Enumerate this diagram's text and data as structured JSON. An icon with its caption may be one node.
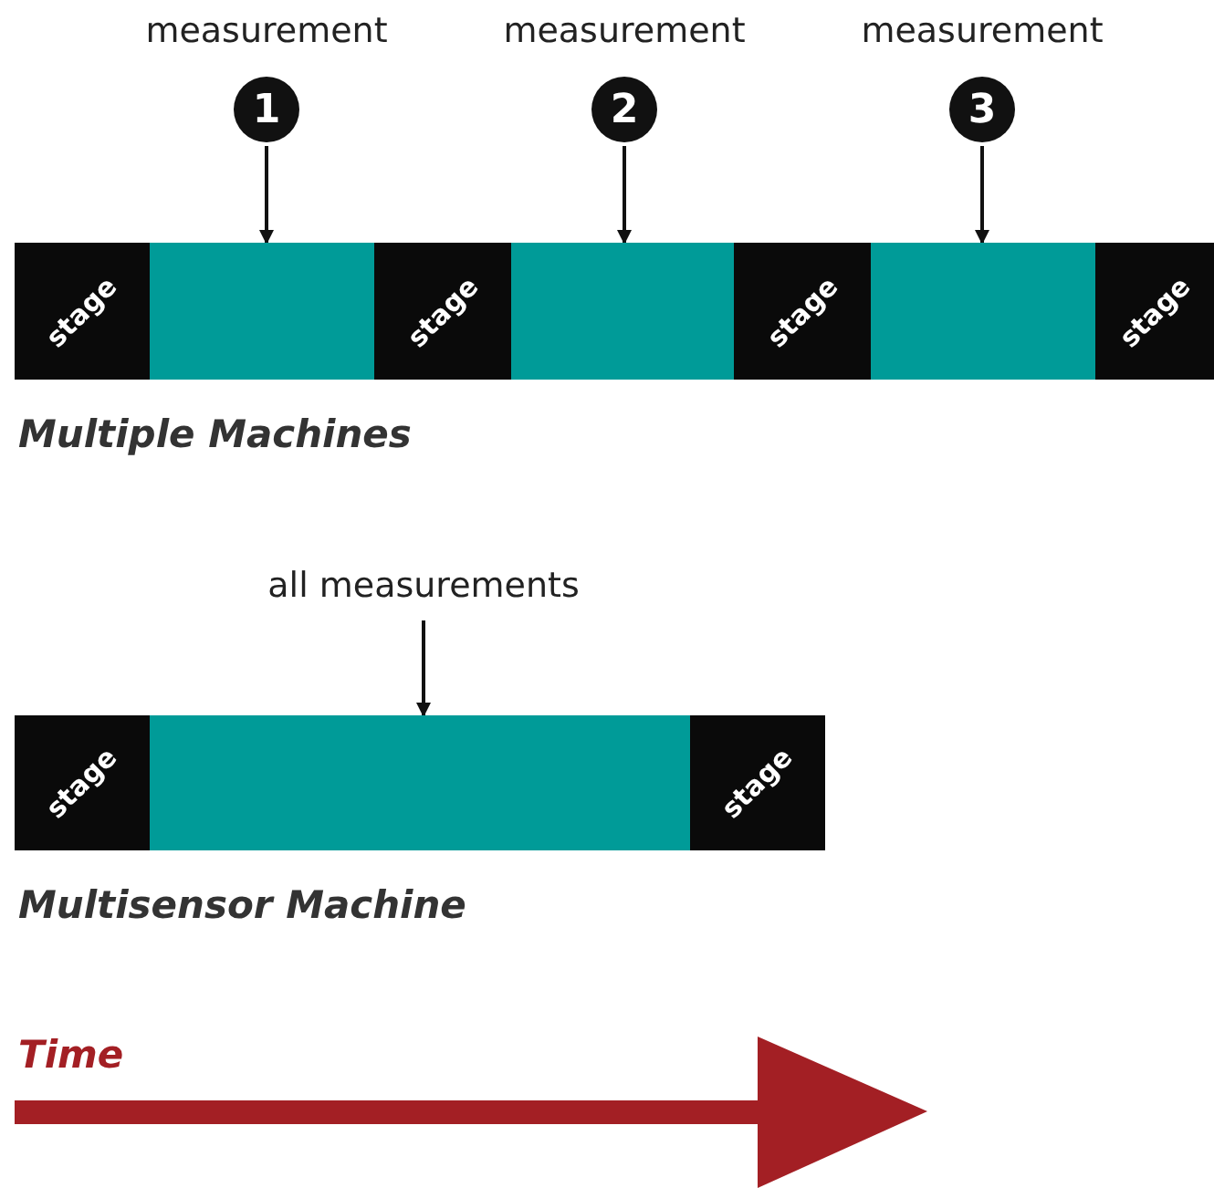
{
  "diagram": {
    "nodes": [
      {
        "text": [
          "1"
        ],
        "beside": [
          "measurement"
        ]
      },
      {
        "text": [
          "2"
        ],
        "beside": [
          "measurement"
        ]
      },
      {
        "text": [
          "3"
        ],
        "beside": [
          "measurement"
        ]
      },
      {
        "text": [
          "stage"
        ]
      },
      {
        "text": [],
        "shape": "box"
      },
      {
        "text": [
          "stage"
        ]
      },
      {
        "text": [],
        "shape": "box"
      },
      {
        "text": [
          "stage"
        ]
      },
      {
        "text": [],
        "shape": "box"
      },
      {
        "text": [
          "stage"
        ]
      },
      {
        "text": [
          "all measurements"
        ]
      },
      {
        "text": [
          "stage"
        ]
      },
      {
        "text": [],
        "shape": "box"
      },
      {
        "text": [
          "stage"
        ]
      }
    ],
    "edges": [
      {
        "from": 0,
        "to": 4,
        "arrow": "to"
      },
      {
        "from": 1,
        "to": 6,
        "arrow": "to"
      },
      {
        "from": 2,
        "to": 8,
        "arrow": "to"
      },
      {
        "from": 10,
        "to": 12,
        "arrow": "to"
      }
    ],
    "labels": [
      "Multiple Machines",
      "Multisensor Machine",
      "Time"
    ]
  }
}
